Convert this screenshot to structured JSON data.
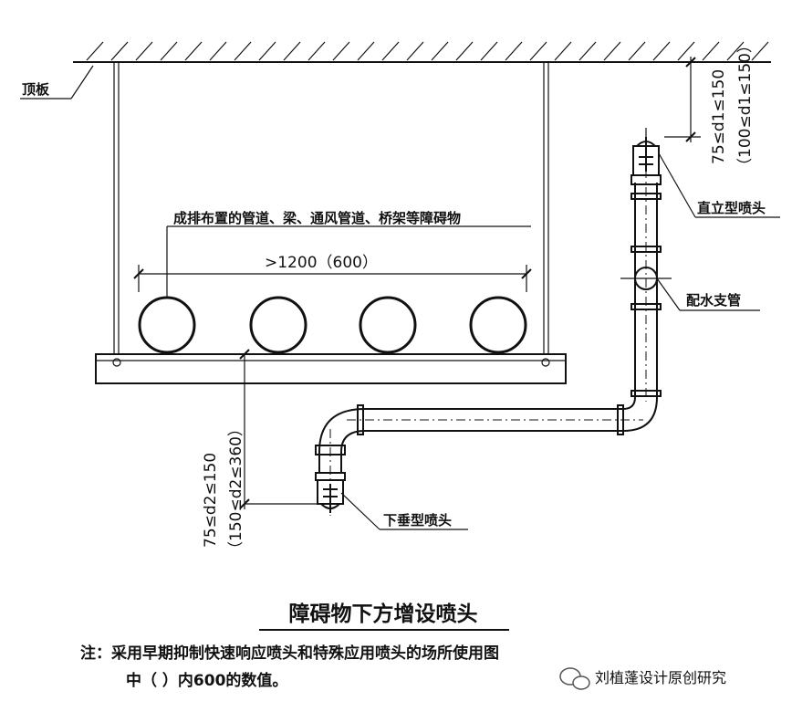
{
  "labels": {
    "ceiling": "顶板",
    "obstruction": "成排布置的管道、梁、通风管道、桥架等障碍物",
    "spacing": ">1200（600）",
    "upright_sprinkler": "直立型喷头",
    "branch_pipe": "配水支管",
    "pendent_sprinkler": "下垂型喷头"
  },
  "dimensions": {
    "d1": "75≤d1≤150",
    "d1_alt": "（100≤d1≤150）",
    "d2": "75≤d2≤150",
    "d2_alt": "（150≤d2≤360）"
  },
  "title": "障碍物下方增设喷头",
  "note": {
    "line1": "注：采用早期抑制快速响应喷头和特殊应用喷头的场所使用图",
    "line2": "中（ ）内600的数值。"
  },
  "watermark": "刘植蓬设计原创研究"
}
